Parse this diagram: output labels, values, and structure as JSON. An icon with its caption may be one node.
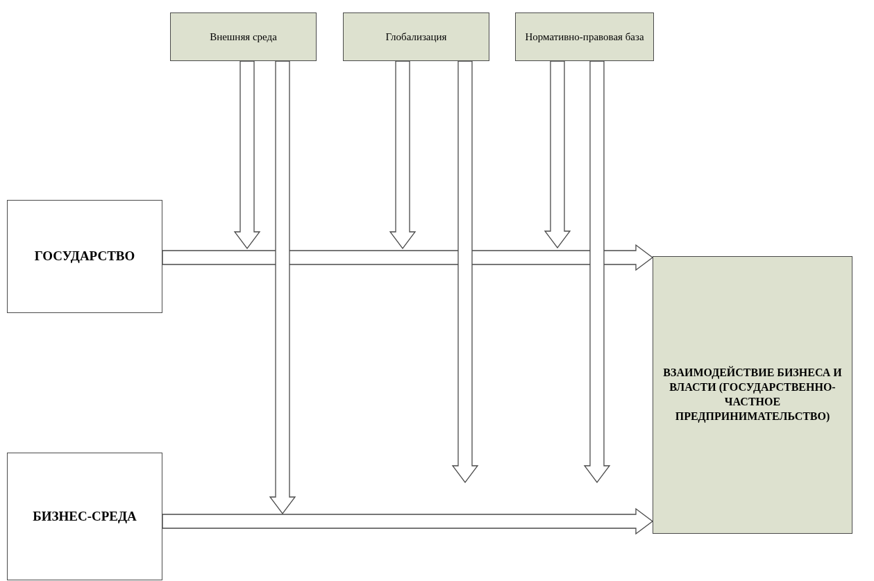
{
  "diagram": {
    "nodes": [
      {
        "text": [
          "Внешняя среда"
        ]
      },
      {
        "text": [
          "Глобализация"
        ]
      },
      {
        "text": [
          "Нормативно-правовая база"
        ]
      },
      {
        "text": [
          "ГОСУДАРСТВО"
        ]
      },
      {
        "text": [
          "БИЗНЕС-СРЕДА"
        ]
      },
      {
        "text": [
          "ВЗАИМОДЕЙСТВИЕ БИЗНЕСА И ВЛАСТИ (ГОСУДАРСТВЕННО-ЧАСТНОЕ ПРЕДПРИНИМАТЕЛЬСТВО)"
        ]
      }
    ],
    "edges": [
      {
        "from": 3,
        "to": 5,
        "arrow": "to"
      },
      {
        "from": 4,
        "to": 5,
        "arrow": "to"
      },
      {
        "from": 0,
        "to": null,
        "arrow": "to"
      },
      {
        "from": 0,
        "to": null,
        "arrow": "to"
      },
      {
        "from": 1,
        "to": null,
        "arrow": "to"
      },
      {
        "from": 1,
        "to": null,
        "arrow": "to"
      },
      {
        "from": 2,
        "to": null,
        "arrow": "to"
      },
      {
        "from": 2,
        "to": null,
        "arrow": "to"
      }
    ]
  }
}
